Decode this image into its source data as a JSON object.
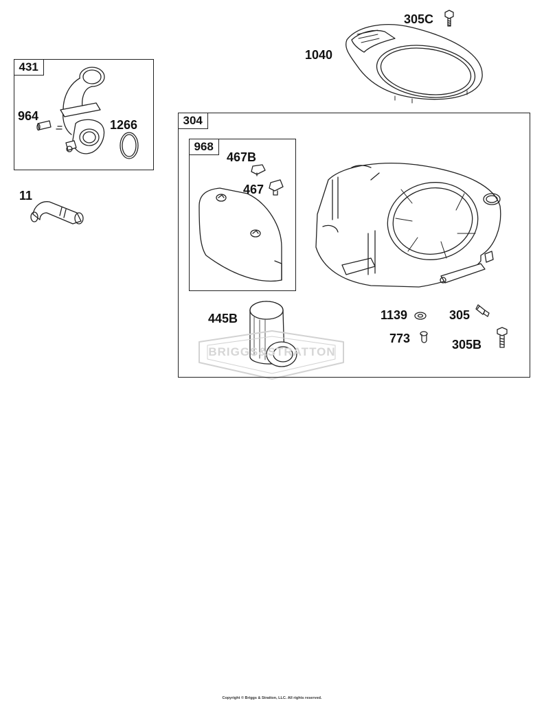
{
  "kit_boxes": {
    "k431": "431",
    "k304": "304",
    "k968": "968"
  },
  "parts": {
    "p305C": "305C",
    "p1040": "1040",
    "p964": "964",
    "p1266": "1266",
    "p11": "11",
    "p467B": "467B",
    "p467": "467",
    "p445B": "445B",
    "p1139": "1139",
    "p305": "305",
    "p773": "773",
    "p305B": "305B"
  },
  "watermark": "BRIGGS&STRATTON",
  "copyright": "Copyright © Briggs & Stratton, LLC. All rights reserved."
}
